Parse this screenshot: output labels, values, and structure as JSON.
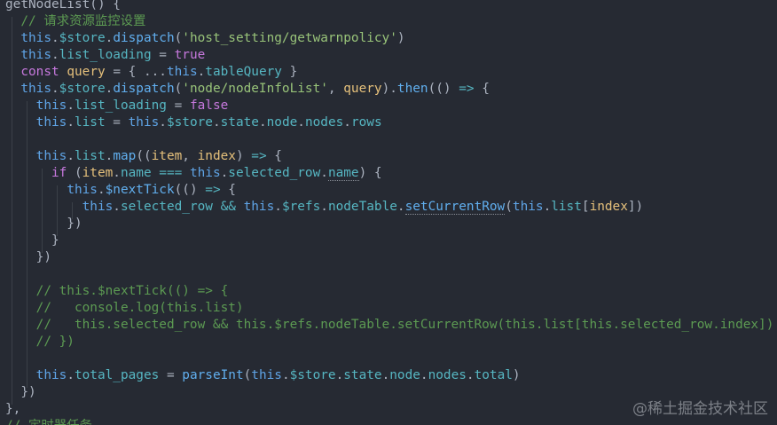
{
  "code": {
    "lines": [
      [
        [
          "pl",
          "getNodeList() {"
        ]
      ],
      [
        [
          "pl",
          "  "
        ],
        [
          "c",
          "// 请求资源监控设置"
        ]
      ],
      [
        [
          "pl",
          "  "
        ],
        [
          "th",
          "this"
        ],
        [
          "pl",
          "."
        ],
        [
          "p",
          "$store"
        ],
        [
          "pl",
          "."
        ],
        [
          "f",
          "dispatch"
        ],
        [
          "pl",
          "("
        ],
        [
          "s",
          "'host_setting/getwarnpolicy'"
        ],
        [
          "pl",
          ")"
        ]
      ],
      [
        [
          "pl",
          "  "
        ],
        [
          "th",
          "this"
        ],
        [
          "pl",
          "."
        ],
        [
          "p",
          "list_loading"
        ],
        [
          "pl",
          " = "
        ],
        [
          "k",
          "true"
        ]
      ],
      [
        [
          "pl",
          "  "
        ],
        [
          "k",
          "const"
        ],
        [
          "pl",
          " "
        ],
        [
          "v",
          "query"
        ],
        [
          "pl",
          " = { ..."
        ],
        [
          "th",
          "this"
        ],
        [
          "pl",
          "."
        ],
        [
          "p",
          "tableQuery"
        ],
        [
          "pl",
          " }"
        ]
      ],
      [
        [
          "pl",
          "  "
        ],
        [
          "th",
          "this"
        ],
        [
          "pl",
          "."
        ],
        [
          "p",
          "$store"
        ],
        [
          "pl",
          "."
        ],
        [
          "f",
          "dispatch"
        ],
        [
          "pl",
          "("
        ],
        [
          "s",
          "'node/nodeInfoList'"
        ],
        [
          "pl",
          ", "
        ],
        [
          "v",
          "query"
        ],
        [
          "pl",
          ")."
        ],
        [
          "f",
          "then"
        ],
        [
          "pl",
          "(() "
        ],
        [
          "o",
          "=>"
        ],
        [
          "pl",
          " {"
        ]
      ],
      [
        [
          "pl",
          "    "
        ],
        [
          "th",
          "this"
        ],
        [
          "pl",
          "."
        ],
        [
          "p",
          "list_loading"
        ],
        [
          "pl",
          " = "
        ],
        [
          "k",
          "false"
        ]
      ],
      [
        [
          "pl",
          "    "
        ],
        [
          "th",
          "this"
        ],
        [
          "pl",
          "."
        ],
        [
          "p",
          "list"
        ],
        [
          "pl",
          " = "
        ],
        [
          "th",
          "this"
        ],
        [
          "pl",
          "."
        ],
        [
          "p",
          "$store"
        ],
        [
          "pl",
          "."
        ],
        [
          "p",
          "state"
        ],
        [
          "pl",
          "."
        ],
        [
          "p",
          "node"
        ],
        [
          "pl",
          "."
        ],
        [
          "p",
          "nodes"
        ],
        [
          "pl",
          "."
        ],
        [
          "p",
          "rows"
        ]
      ],
      [],
      [
        [
          "pl",
          "    "
        ],
        [
          "th",
          "this"
        ],
        [
          "pl",
          "."
        ],
        [
          "p",
          "list"
        ],
        [
          "pl",
          "."
        ],
        [
          "f",
          "map"
        ],
        [
          "pl",
          "(("
        ],
        [
          "v",
          "item"
        ],
        [
          "pl",
          ", "
        ],
        [
          "v",
          "index"
        ],
        [
          "pl",
          ") "
        ],
        [
          "o",
          "=>"
        ],
        [
          "pl",
          " {"
        ]
      ],
      [
        [
          "pl",
          "      "
        ],
        [
          "k",
          "if"
        ],
        [
          "pl",
          " ("
        ],
        [
          "v",
          "item"
        ],
        [
          "pl",
          "."
        ],
        [
          "p",
          "name"
        ],
        [
          "pl",
          " "
        ],
        [
          "o",
          "==="
        ],
        [
          "pl",
          " "
        ],
        [
          "th",
          "this"
        ],
        [
          "pl",
          "."
        ],
        [
          "p",
          "selected_row"
        ],
        [
          "pl",
          "."
        ],
        [
          "p",
          "name"
        ],
        [
          "pl",
          ") {"
        ]
      ],
      [
        [
          "pl",
          "        "
        ],
        [
          "th",
          "this"
        ],
        [
          "pl",
          "."
        ],
        [
          "f",
          "$nextTick"
        ],
        [
          "pl",
          "(() "
        ],
        [
          "o",
          "=>"
        ],
        [
          "pl",
          " {"
        ]
      ],
      [
        [
          "pl",
          "          "
        ],
        [
          "th",
          "this"
        ],
        [
          "pl",
          "."
        ],
        [
          "p",
          "selected_row"
        ],
        [
          "pl",
          " "
        ],
        [
          "o",
          "&&"
        ],
        [
          "pl",
          " "
        ],
        [
          "th",
          "this"
        ],
        [
          "pl",
          "."
        ],
        [
          "p",
          "$refs"
        ],
        [
          "pl",
          "."
        ],
        [
          "p",
          "nodeTable"
        ],
        [
          "pl",
          "."
        ],
        [
          "f",
          "setCurrentRow"
        ],
        [
          "pl",
          "("
        ],
        [
          "th",
          "this"
        ],
        [
          "pl",
          "."
        ],
        [
          "p",
          "list"
        ],
        [
          "pl",
          "["
        ],
        [
          "v",
          "index"
        ],
        [
          "pl",
          "])"
        ]
      ],
      [
        [
          "pl",
          "        })"
        ]
      ],
      [
        [
          "pl",
          "      }"
        ]
      ],
      [
        [
          "pl",
          "    })"
        ]
      ],
      [],
      [
        [
          "pl",
          "    "
        ],
        [
          "c",
          "// this.$nextTick(() => {"
        ]
      ],
      [
        [
          "pl",
          "    "
        ],
        [
          "c",
          "//   console.log(this.list)"
        ]
      ],
      [
        [
          "pl",
          "    "
        ],
        [
          "c",
          "//   this.selected_row && this.$refs.nodeTable.setCurrentRow(this.list[this.selected_row.index])"
        ]
      ],
      [
        [
          "pl",
          "    "
        ],
        [
          "c",
          "// })"
        ]
      ],
      [],
      [
        [
          "pl",
          "    "
        ],
        [
          "th",
          "this"
        ],
        [
          "pl",
          "."
        ],
        [
          "p",
          "total_pages"
        ],
        [
          "pl",
          " = "
        ],
        [
          "f",
          "parseInt"
        ],
        [
          "pl",
          "("
        ],
        [
          "th",
          "this"
        ],
        [
          "pl",
          "."
        ],
        [
          "p",
          "$store"
        ],
        [
          "pl",
          "."
        ],
        [
          "p",
          "state"
        ],
        [
          "pl",
          "."
        ],
        [
          "p",
          "node"
        ],
        [
          "pl",
          "."
        ],
        [
          "p",
          "nodes"
        ],
        [
          "pl",
          "."
        ],
        [
          "p",
          "total"
        ],
        [
          "pl",
          ")"
        ]
      ],
      [
        [
          "pl",
          "  })"
        ]
      ],
      [
        [
          "pl",
          "},"
        ]
      ],
      [
        [
          "c",
          "// 定时器任务"
        ]
      ]
    ]
  },
  "watermark": "@稀土掘金技术社区"
}
